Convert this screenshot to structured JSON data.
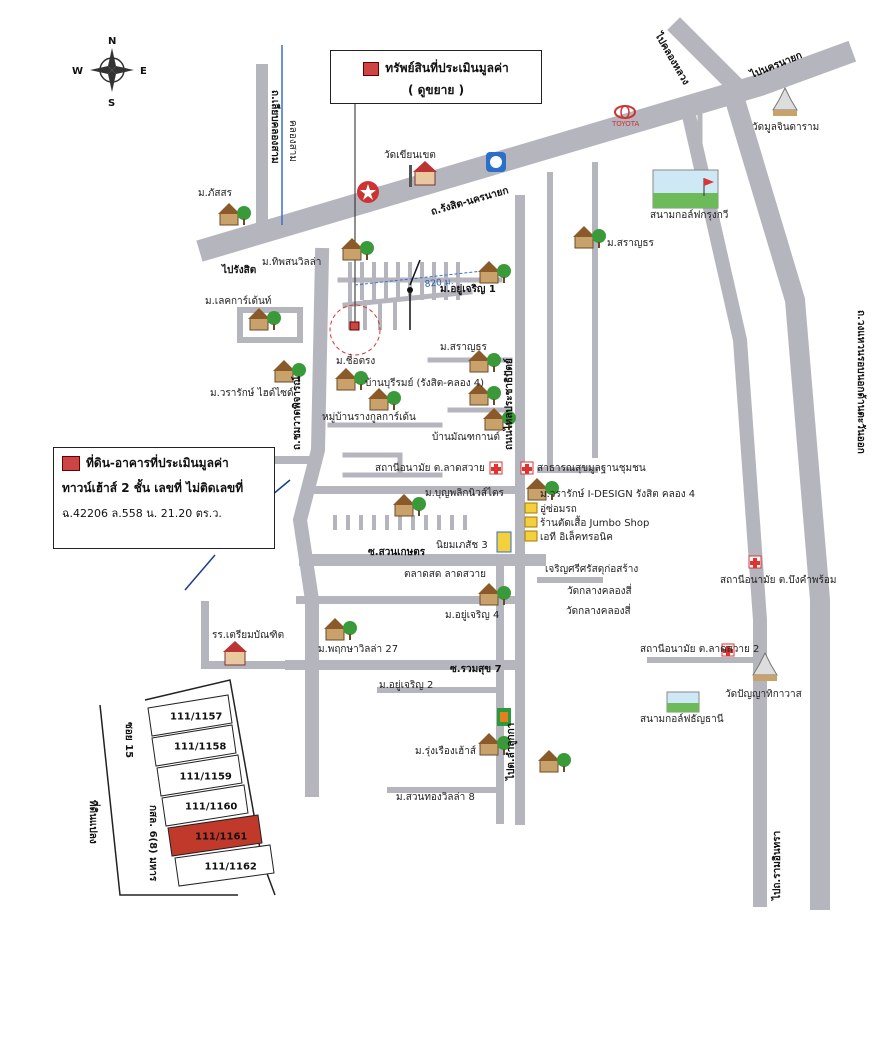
{
  "compass": {
    "n": "N",
    "s": "S",
    "e": "E",
    "w": "W"
  },
  "legend_top": {
    "title": "ทรัพย์สินที่ประเมินมูลค่า",
    "subtitle": "( ดูขยาย )"
  },
  "legend_main": {
    "line1": "ที่ดิน-อาคารที่ประเมินมูลค่า",
    "line2": "ทาวน์เฮ้าส์ 2 ชั้น เลขที่ ไม่ติดเลขที่",
    "line3": "ฉ.42206  ล.558   น. 21.20 ตร.ว."
  },
  "roads": {
    "rangsit_nakhonnayok": "ถ.รังสิต-นครนายก",
    "to_rangsit": "ไปรังสิต",
    "to_nakhonnayok": "ไปนครนายก",
    "to_klong_luang": "ไปคลองหลวง",
    "liab_klong_sam": "ถ.เลียบคลองสาม",
    "klong_sam": "คลองสาม",
    "chom_wat": "ถ.ชมวาดพิจารณ์",
    "prachathipat": "ถนนไหลประชาธิปัตย์",
    "lam_luk_ka": "ไปต.ลำลูกกา",
    "wongwaen": "ถ.วงแหวนรอบนอกด้านตะวันออก",
    "ram_intra": "ไปถ.รามอินทรา",
    "soi_suan_kaset": "ซ.สวนเกษตร",
    "soi_ruam_suk": "ซ.รวมสุข 7",
    "distance": "820 ม."
  },
  "places": {
    "wat_khian_khet": "วัดเขียนเขต",
    "m_phatson": "ม.ภัสสร",
    "m_thip_villa": "ม.ทิพสนวิลล่า",
    "m_yucharoen1": "ม.อยู่เจริญ 1",
    "m_lake_garden": "ม.เลคการ์เด้นท์",
    "m_saranthon": "ม.สราญธร",
    "m_saranthon2": "ม.สราญธร",
    "m_chutrong": "ม.ชื่อตรง",
    "ban_burirom": "บ้านบุรีรมย์ (รังสิต-คลอง 4)",
    "m_warak_hyde": "ม.วรารักษ์ ไฮด์ไซด์",
    "mu_ban_ruang": "หมู่บ้านรางกูลการ์เด้น",
    "ban_monthakan": "บ้านมัณฑกานต์",
    "wat_mun_chin": "วัดมูลจินดาราม",
    "golf_krungkavi": "สนามกอล์ฟกรุงกวี",
    "health_lat_sawai": "สถานีอนามัย ต.ลาดสวาย",
    "pharmacy": "สาธารณสุขมูลฐานชุมชน",
    "m_boon_plik": "ม.บุญพลิกนิวส์ไตร",
    "m_warak_idesign": "ม.วรารักษ์ I-DESIGN รังสิต คลอง 4",
    "garage": "อู่ซ่อมรถ",
    "jumbo_shop": "ร้านตัดเสื้อ Jumbo Shop",
    "electronics": "เอที อิเล็คทรอนิค",
    "niyom_phaet": "นิยมเภสัช 3",
    "talat": "ตลาดสด ลาดสวาย",
    "charoen": "เจริญศรีศรัสดุก่อสร้าง",
    "wat_klang1": "วัดกลางคลองสี่",
    "wat_klang2": "วัดกลางคลองสี่",
    "m_yucharoen4": "ม.อยู่เจริญ 4",
    "school": "รร.เตรียมบัณฑิต",
    "m_phruksa27": "ม.พฤกษาวิลล่า 27",
    "m_yucharoen2": "ม.อยู่เจริญ 2",
    "health_bueng": "สถานีอนามัย ต.บึงคำพร้อม",
    "health_lat2": "สถานีอนามัย ต.ลาดสวาย 2",
    "wat_panya": "วัดปัญญาทิกาวาส",
    "golf_thani": "สนามกอล์ฟธัญธานี",
    "m_rungruang": "ม.รุ่งเรืองเฮ้าส์",
    "m_suanthong": "ม.สวนทองวิลล่า 8",
    "toyota": "TOYOTA"
  },
  "inset": {
    "soi": "ซอย 15",
    "land": "ที่ดินแปลง",
    "kor_sor": "กสล. 6(8) มหาร",
    "lots": [
      "111/1157",
      "111/1158",
      "111/1159",
      "111/1160",
      "111/1161",
      "111/1162"
    ],
    "highlight_index": 4
  },
  "colors": {
    "road": "#b5b5bd",
    "road_dark": "#a4a4ae",
    "highlight": "#c0392b",
    "tree": "#3a9a3a",
    "house": "#c9a26b"
  }
}
